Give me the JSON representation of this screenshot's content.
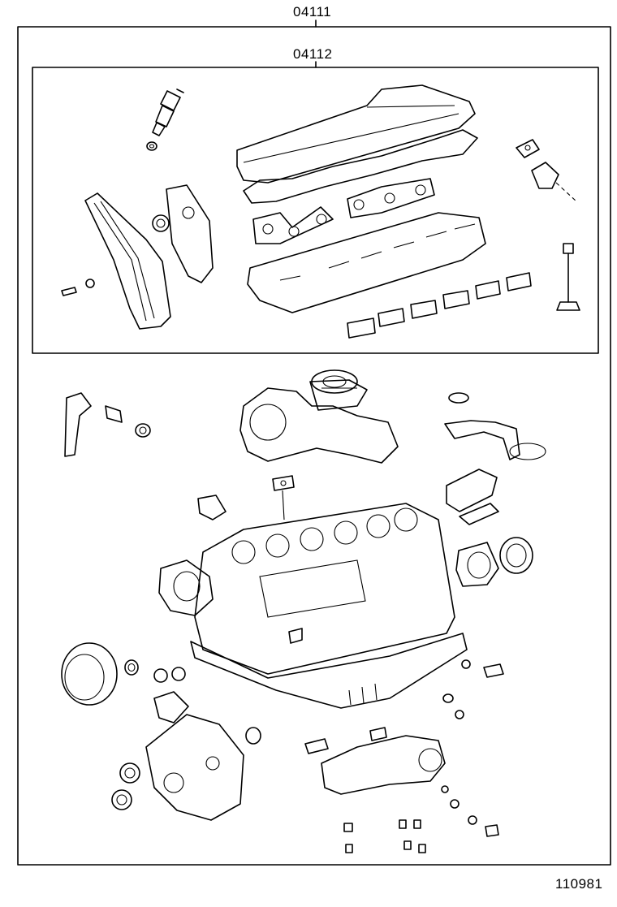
{
  "labels": {
    "outer_kit": "04111",
    "inner_kit": "04112",
    "illustration_number": "110981"
  }
}
